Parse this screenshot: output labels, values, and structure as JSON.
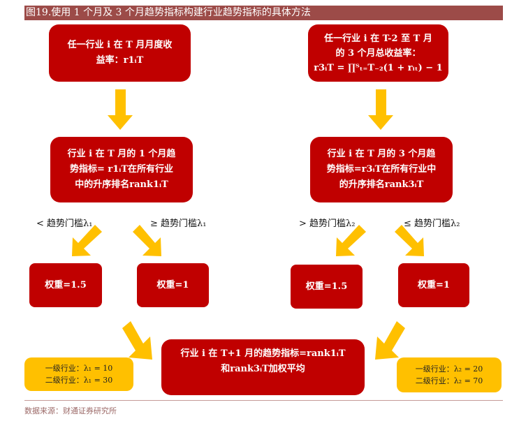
{
  "title": "图19.使用 1 个月及 3 个月趋势指标构建行业趋势指标的具体方法",
  "boxes": {
    "r1_def": [
      "任一行业 i 在 T 月月度收",
      "益率：r1ᵢT"
    ],
    "r3_def": [
      "任一行业 i 在 T-2 至 T 月",
      "的 3 个月总收益率：",
      "r3ᵢT = ∏ᵀₜ₌T₋₂(1 + rᵢₜ) − 1"
    ],
    "rank1": [
      "行业 i 在 T 月的 1 个月趋",
      "势指标= r1ᵢT在所有行业",
      "中的升序排名rank1ᵢT"
    ],
    "rank3": [
      "行业 i 在 T 月的 3 个月趋",
      "势指标=r3ᵢT在所有行业中",
      "的升序排名rank3ᵢT"
    ],
    "w1_low": "权重=1.5",
    "w1_high": "权重=1",
    "w3_low": "权重=1.5",
    "w3_high": "权重=1",
    "final": [
      "行业 i 在 T+1 月的趋势指标=rank1ᵢT",
      "和rank3ᵢT加权平均"
    ]
  },
  "thresholds": [
    "< 趋势门槛λ₁",
    "≥ 趋势门槛λ₁",
    "> 趋势门槛λ₂",
    "≤ 趋势门槛λ₂"
  ],
  "lambda1": [
    "一级行业：λ₁ = 10",
    "二级行业：λ₁ = 30"
  ],
  "lambda2": [
    "一级行业：λ₂ = 20",
    "二级行业：λ₂ = 70"
  ],
  "source": "数据来源：财通证券研究所",
  "colors": {
    "red": "#c00000",
    "yellow": "#ffc000",
    "title_bg": "#9c4b48"
  }
}
